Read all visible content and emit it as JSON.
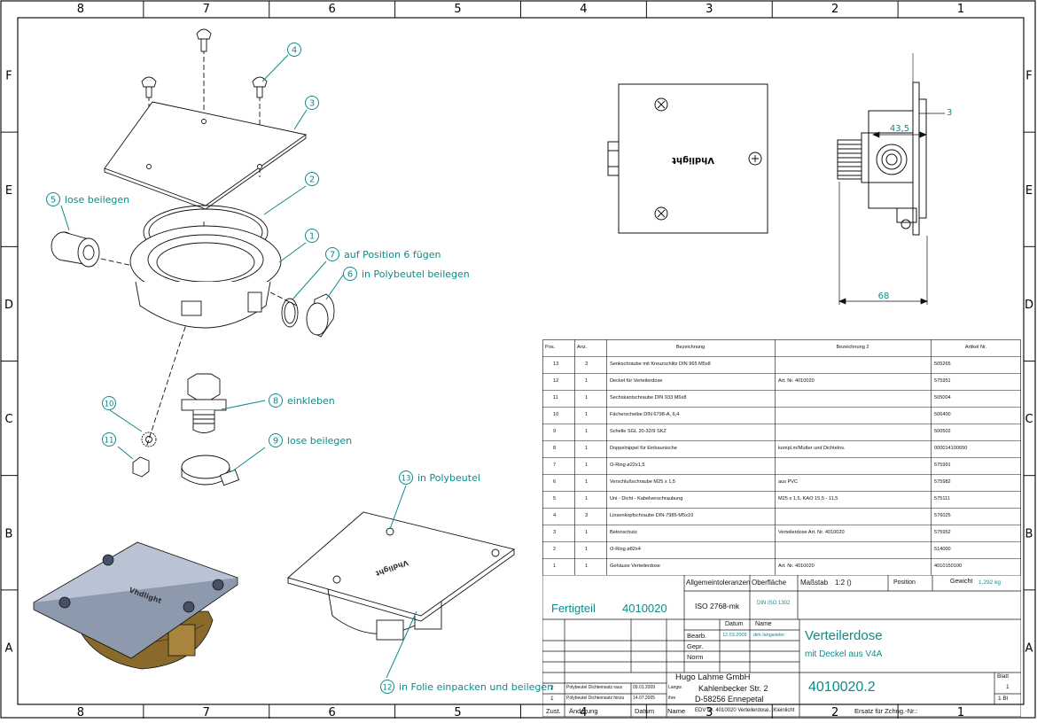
{
  "zone_columns": [
    "8",
    "7",
    "6",
    "5",
    "4",
    "3",
    "2",
    "1"
  ],
  "zone_rows": [
    "F",
    "E",
    "D",
    "C",
    "B",
    "A"
  ],
  "callouts": [
    {
      "num": "1",
      "text": ""
    },
    {
      "num": "2",
      "text": ""
    },
    {
      "num": "3",
      "text": ""
    },
    {
      "num": "4",
      "text": ""
    },
    {
      "num": "5",
      "text": "lose beilegen"
    },
    {
      "num": "6",
      "text": "in Polybeutel beilegen"
    },
    {
      "num": "7",
      "text": "auf Position 6 fügen"
    },
    {
      "num": "8",
      "text": "einkleben"
    },
    {
      "num": "9",
      "text": "lose beilegen"
    },
    {
      "num": "10",
      "text": ""
    },
    {
      "num": "11",
      "text": ""
    },
    {
      "num": "12",
      "text": "in Folie einpacken und beilegen"
    },
    {
      "num": "13",
      "text": "in Polybeutel"
    }
  ],
  "views": {
    "front_label": "Vhdlight",
    "dim_top": "43,5",
    "dim_small": "3",
    "dim_width": "68"
  },
  "parts_list": {
    "headers": [
      "Pos.",
      "Anz.",
      "Bezeichnung",
      "Bezeichnung 2",
      "Artikel Nr."
    ],
    "rows": [
      [
        "13",
        "3",
        "Senkschraube mit Kreuzschlitz DIN 965 M5x8",
        "",
        "505265"
      ],
      [
        "12",
        "1",
        "Deckel für Verteilerdose",
        "Art. Nr. 4010020",
        "575951"
      ],
      [
        "11",
        "1",
        "Sechskantschraube DIN 933 M6x8",
        "",
        "505004"
      ],
      [
        "10",
        "1",
        "Fächerscheibe DIN 6798-A, 6,4",
        "",
        "506400"
      ],
      [
        "9",
        "1",
        "Schelle SGL 20-32/9 SKZ",
        "",
        "500502"
      ],
      [
        "8",
        "1",
        "Doppelnippel für Einbaunische",
        "kompl.m/Mutter und Dichtelns.",
        "000014100650"
      ],
      [
        "7",
        "1",
        "O-Ring ø22x1,5",
        "",
        "575991"
      ],
      [
        "6",
        "1",
        "Verschlußschraube M25 x 1,5",
        "aus PVC",
        "575982"
      ],
      [
        "5",
        "1",
        "Uni - Dicht - Kabelverschraubung",
        "M25 x 1,5, KAO 15,5 - 11,5",
        "575111"
      ],
      [
        "4",
        "3",
        "Linsenkopfschraube DIN-7985-M5x10",
        "",
        "576025"
      ],
      [
        "3",
        "1",
        "Betonschutz",
        "Verteilerdose Art. Nr. 4010020",
        "575952"
      ],
      [
        "2",
        "1",
        "O-Ring ø82x4",
        "",
        "514000"
      ],
      [
        "1",
        "1",
        "Gehäuse Verteilerdose",
        "Art. Nr. 4010020",
        "4010150100"
      ]
    ]
  },
  "title_block": {
    "tolerance_label": "Allgemeintoleranzen",
    "tolerance_value": "ISO 2768-mk",
    "surface_label": "Oberfläche",
    "surface_value": "DIN ISO 1302",
    "scale_label": "Maßstab",
    "scale_value": "1:2 ()",
    "position_label": "Position",
    "weight_label": "Gewicht",
    "weight_value": "1,292 kg",
    "finished_label": "Fertigteil",
    "finished_number": "4010020",
    "date_label": "Datum",
    "name_label": "Name",
    "bearb_label": "Bearb.",
    "bearb_date": "12.03.2009",
    "bearb_name": "dirk langwieler",
    "gepr_label": "Gepr.",
    "norm_label": "Norm",
    "title_line1": "Verteilerdose",
    "title_line2": "mit Deckel aus V4A",
    "company": "Hugo Lahme GmbH",
    "street": "Kahlenbecker Str. 2",
    "city": "D-58256 Ennepetal",
    "drawing_number": "4010020.2",
    "sheet_label": "Blatt",
    "sheet_value": "1",
    "sheets_value": "1 Bl",
    "revisions": [
      {
        "zust": "2",
        "change": "Polybeutel Dichteinsatz raus",
        "date": "09.01.2009",
        "name": "Langw."
      },
      {
        "zust": "1",
        "change": "Polybeutel Dichteinsatz hinzu",
        "date": "14.07.2005",
        "name": "ihre"
      }
    ],
    "zust_label": "Zust.",
    "change_label": "Änderung",
    "date_bottom_label": "Datum",
    "name_bottom_label": "Name",
    "cad_file": "EDV Nr. 4010020 Verteilerdose...Kleinlicht",
    "replacement_label": "Ersatz für Zchng.-Nr.:"
  },
  "colors": {
    "accent": "#0e8a8a",
    "line": "#111111",
    "brass": "#8a6a2a",
    "plate": "#b9c3d3"
  }
}
